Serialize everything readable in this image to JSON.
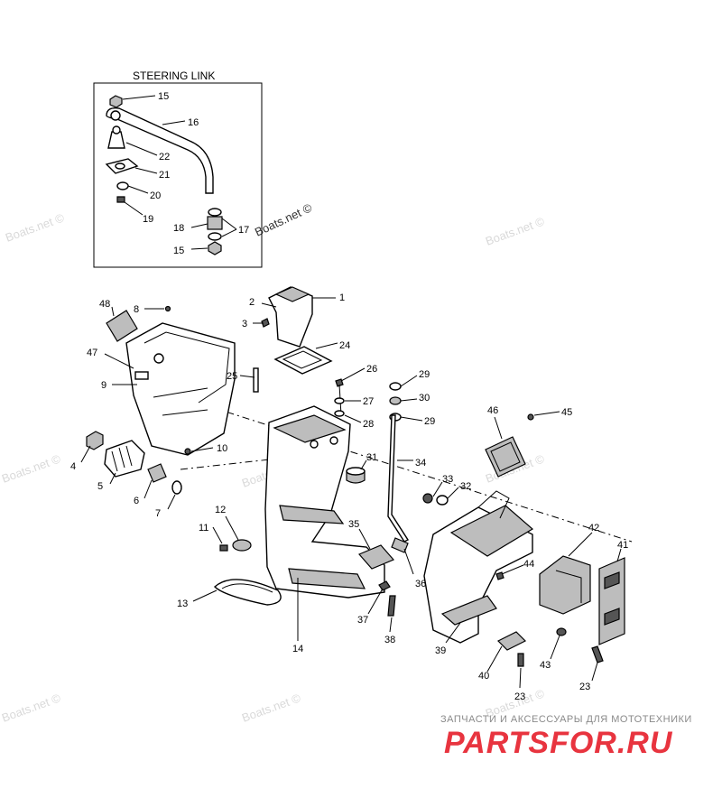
{
  "diagram": {
    "inset_title": "STEERING LINK",
    "labels": [
      {
        "id": "p15a",
        "text": "15"
      },
      {
        "id": "p16",
        "text": "16"
      },
      {
        "id": "p22",
        "text": "22"
      },
      {
        "id": "p21",
        "text": "21"
      },
      {
        "id": "p20",
        "text": "20"
      },
      {
        "id": "p19",
        "text": "19"
      },
      {
        "id": "p18",
        "text": "18"
      },
      {
        "id": "p17",
        "text": "17"
      },
      {
        "id": "p15b",
        "text": "15"
      },
      {
        "id": "p1",
        "text": "1"
      },
      {
        "id": "p2",
        "text": "2"
      },
      {
        "id": "p3",
        "text": "3"
      },
      {
        "id": "p48",
        "text": "48"
      },
      {
        "id": "p8",
        "text": "8"
      },
      {
        "id": "p47",
        "text": "47"
      },
      {
        "id": "p24",
        "text": "24"
      },
      {
        "id": "p25",
        "text": "25"
      },
      {
        "id": "p9",
        "text": "9"
      },
      {
        "id": "p26",
        "text": "26"
      },
      {
        "id": "p27",
        "text": "27"
      },
      {
        "id": "p28",
        "text": "28"
      },
      {
        "id": "p29a",
        "text": "29"
      },
      {
        "id": "p30",
        "text": "30"
      },
      {
        "id": "p29b",
        "text": "29"
      },
      {
        "id": "p46",
        "text": "46"
      },
      {
        "id": "p45",
        "text": "45"
      },
      {
        "id": "p10",
        "text": "10"
      },
      {
        "id": "p4",
        "text": "4"
      },
      {
        "id": "p5",
        "text": "5"
      },
      {
        "id": "p6",
        "text": "6"
      },
      {
        "id": "p7",
        "text": "7"
      },
      {
        "id": "p31",
        "text": "31"
      },
      {
        "id": "p34",
        "text": "34"
      },
      {
        "id": "p33",
        "text": "33"
      },
      {
        "id": "p32",
        "text": "32"
      },
      {
        "id": "p12",
        "text": "12"
      },
      {
        "id": "p11",
        "text": "11"
      },
      {
        "id": "p35",
        "text": "35"
      },
      {
        "id": "p42",
        "text": "42"
      },
      {
        "id": "p41",
        "text": "41"
      },
      {
        "id": "p44",
        "text": "44"
      },
      {
        "id": "p13",
        "text": "13"
      },
      {
        "id": "p36",
        "text": "36"
      },
      {
        "id": "p37",
        "text": "37"
      },
      {
        "id": "p38",
        "text": "38"
      },
      {
        "id": "p14",
        "text": "14"
      },
      {
        "id": "p39",
        "text": "39"
      },
      {
        "id": "p40",
        "text": "40"
      },
      {
        "id": "p43",
        "text": "43"
      },
      {
        "id": "p23a",
        "text": "23"
      },
      {
        "id": "p23b",
        "text": "23"
      }
    ]
  },
  "watermarks": {
    "text": "Boats.net ©"
  },
  "brand": {
    "tagline": "ЗАПЧАСТИ И АКСЕССУАРЫ ДЛЯ МОТОТЕХНИКИ",
    "logo_text": "PARTSFOR.RU",
    "logo_color": "#e8343f"
  }
}
